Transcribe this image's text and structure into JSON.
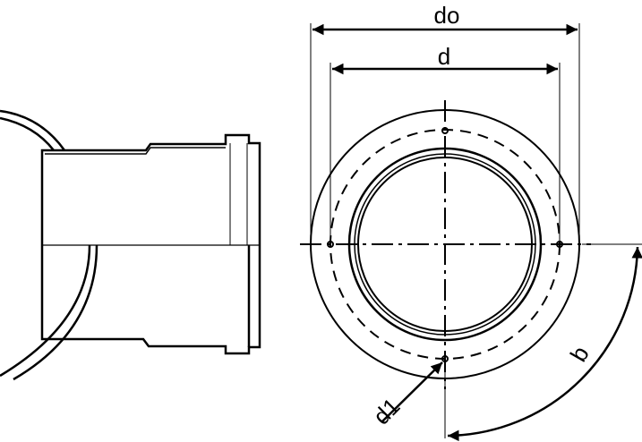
{
  "drawing": {
    "labels": {
      "outer_diameter": "do",
      "inner_diameter": "d",
      "hole_diameter": "d1",
      "hole_spacing": "b"
    },
    "colors": {
      "line": "#000000",
      "background": "#ffffff"
    }
  }
}
